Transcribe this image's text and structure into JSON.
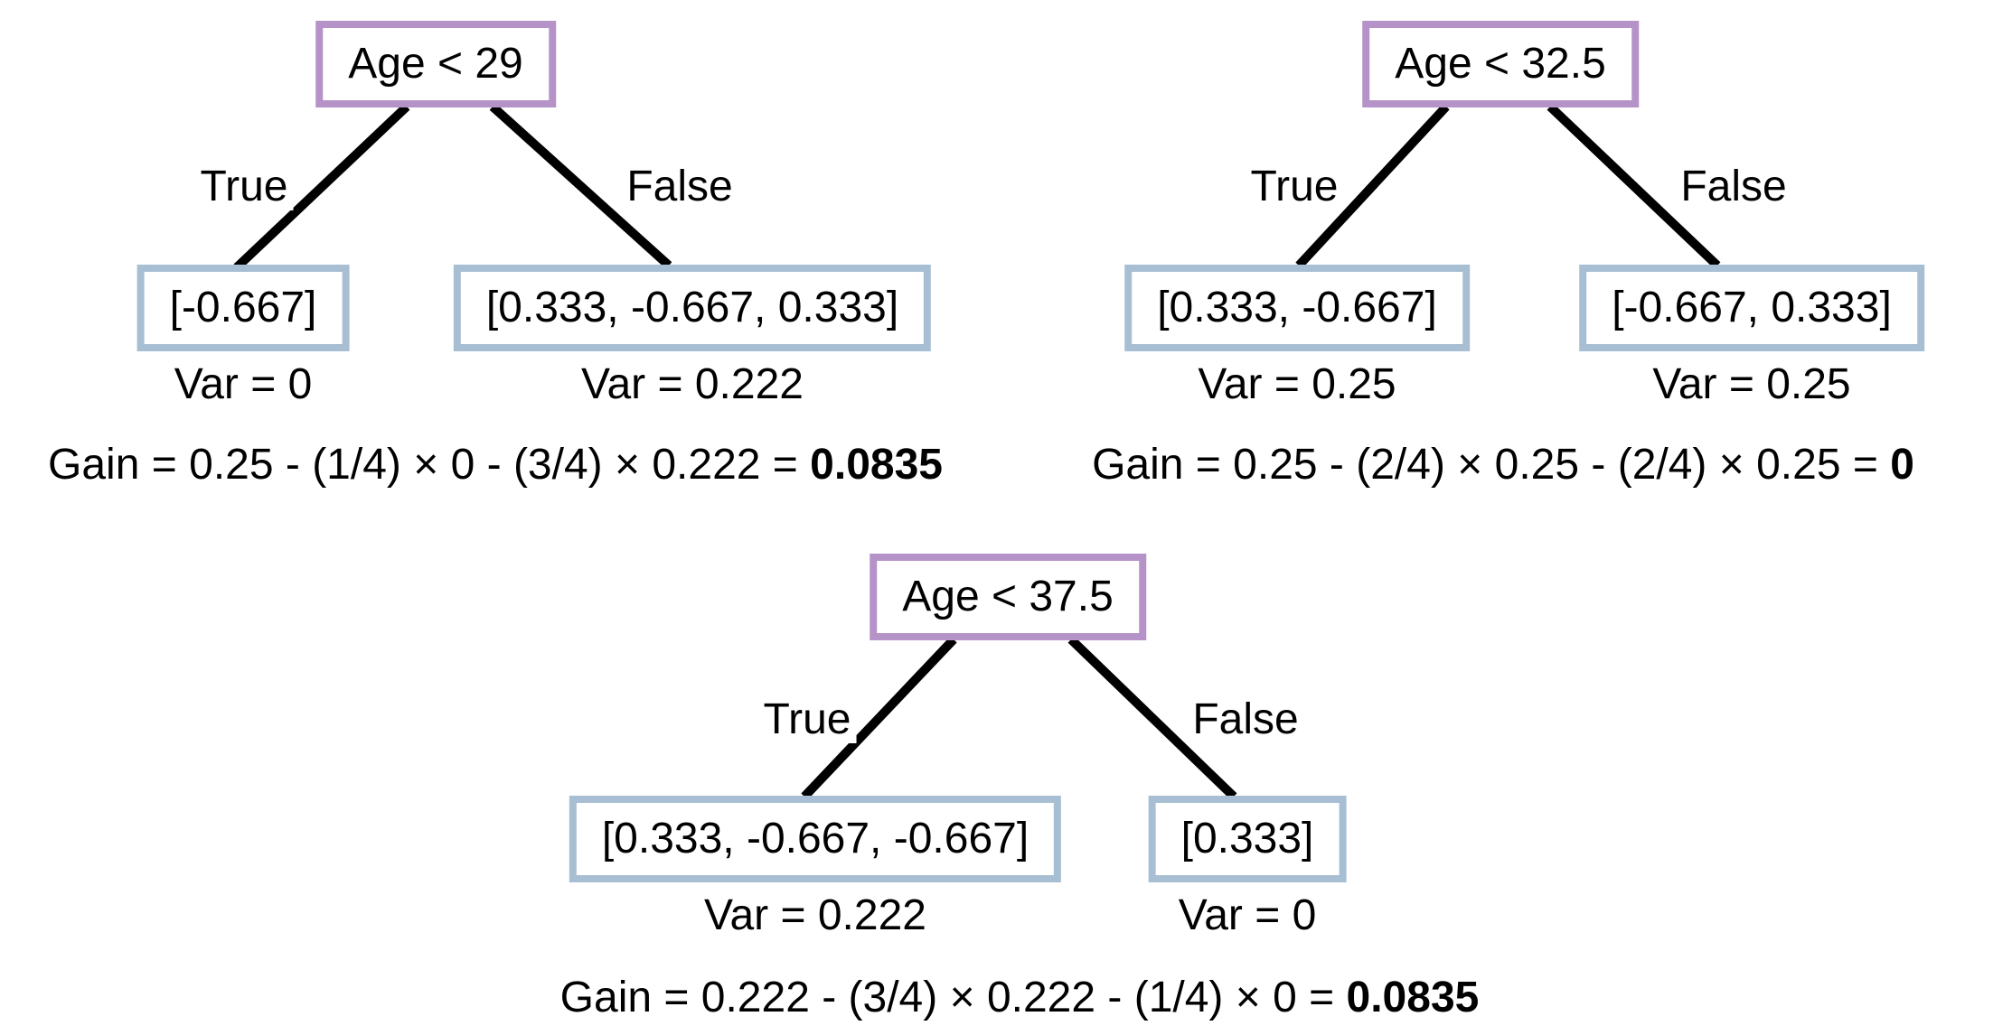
{
  "colors": {
    "root_border": "#b592c8",
    "leaf_border": "#a8bed3",
    "line_color": "#000000",
    "text_color": "#000000",
    "bg": "#ffffff"
  },
  "trees": [
    {
      "root_label": "Age < 29",
      "true_label": "True",
      "false_label": "False",
      "left_leaf": {
        "values": "[-0.667]",
        "var_label": "Var = 0"
      },
      "right_leaf": {
        "values": "[0.333, -0.667, 0.333]",
        "var_label": "Var = 0.222"
      },
      "gain_formula": "Gain = 0.25 - (1/4) × 0 - (3/4) × 0.222 = ",
      "gain_result": "0.0835"
    },
    {
      "root_label": "Age < 32.5",
      "true_label": "True",
      "false_label": "False",
      "left_leaf": {
        "values": "[0.333, -0.667]",
        "var_label": "Var = 0.25"
      },
      "right_leaf": {
        "values": "[-0.667, 0.333]",
        "var_label": "Var = 0.25"
      },
      "gain_formula": "Gain = 0.25 - (2/4) × 0.25 - (2/4) × 0.25 = ",
      "gain_result": "0"
    },
    {
      "root_label": "Age < 37.5",
      "true_label": "True",
      "false_label": "False",
      "left_leaf": {
        "values": "[0.333, -0.667, -0.667]",
        "var_label": "Var = 0.222"
      },
      "right_leaf": {
        "values": "[0.333]",
        "var_label": "Var = 0"
      },
      "gain_formula": "Gain = 0.222 - (3/4) × 0.222 - (1/4) × 0 = ",
      "gain_result": "0.0835"
    }
  ]
}
